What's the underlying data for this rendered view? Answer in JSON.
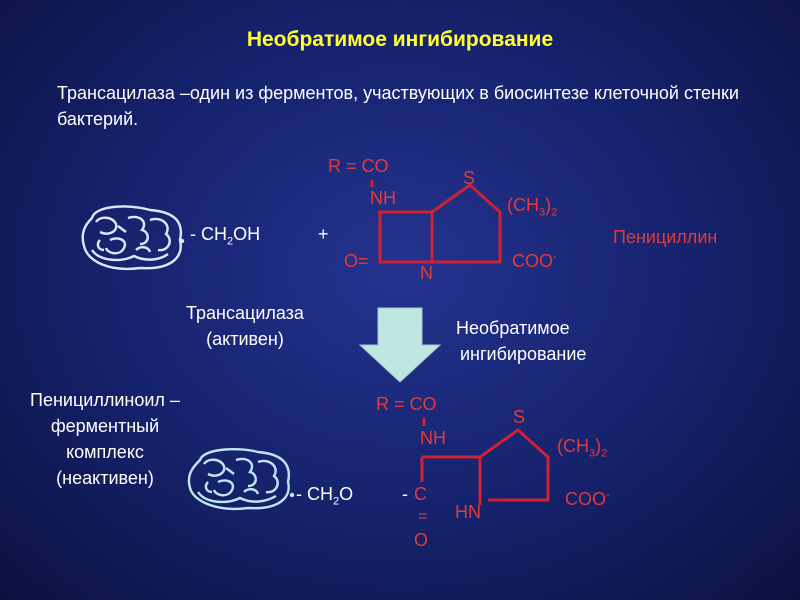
{
  "title": "Необратимое ингибирование",
  "intro": "Трансацилаза –один из ферментов, участвующих в биосинтезе клеточной стенки бактерий.",
  "top_reaction": {
    "r_co": "R = CO",
    "nh": "NH",
    "s": "S",
    "ch3_open": "(CH",
    "ch3_sub": "3",
    "ch3_close": ")",
    "ch3_count": "2",
    "o_eq": "O=",
    "n": "N",
    "coo": "COO",
    "coo_charge": "-",
    "enzyme_prefix": "- CH",
    "enzyme_sub": "2",
    "enzyme_suffix": "OH",
    "plus": "+",
    "penicillin_label": "Пенициллин"
  },
  "middle": {
    "enzyme_line1": "Трансацилаза",
    "enzyme_line2": "(активен)",
    "inhib_line1": "Необратимое",
    "inhib_line2": "ингибирование"
  },
  "bottom_reaction": {
    "complex_line1": "Пенициллиноил –",
    "complex_line2": "ферментный",
    "complex_line3": "комплекс",
    "complex_line4": "(неактивен)",
    "r_co": "R = CO",
    "nh": "NH",
    "s": "S",
    "ch3_open": "(CH",
    "ch3_sub": "3",
    "ch3_close": ")",
    "ch3_count": "2",
    "ch2o_prefix": "- CH",
    "ch2o_sub": "2",
    "ch2o_suffix": "O",
    "dash": "-",
    "c": "C",
    "eq": "=",
    "o": "O",
    "hn": "HN",
    "coo": "COO",
    "coo_charge": "-"
  },
  "colors": {
    "title": "#ffff33",
    "structure": "#cc2233",
    "enzyme_top": "#dde8ff",
    "enzyme_bottom": "#bfe6f6",
    "arrow": "#bfe6e0"
  }
}
